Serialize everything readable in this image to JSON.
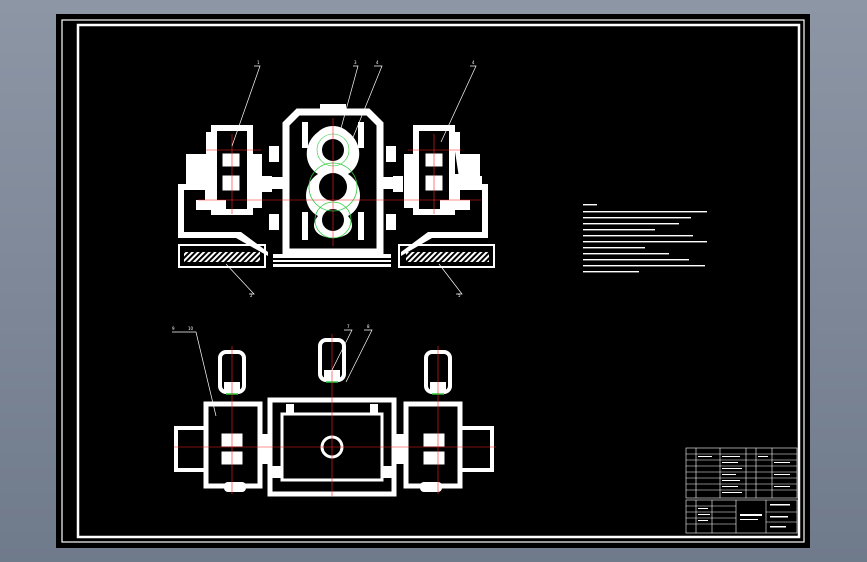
{
  "top_view_labels": [
    "1",
    "3",
    "4",
    "4",
    "2",
    "5"
  ],
  "bottom_view_labels": [
    "9",
    "10",
    "7",
    "8"
  ],
  "colors": {
    "background": "#000000",
    "linework": "#ffffff",
    "centerline": "#ff2020",
    "gear": "#2ecc40",
    "window": "#8d96a5"
  }
}
